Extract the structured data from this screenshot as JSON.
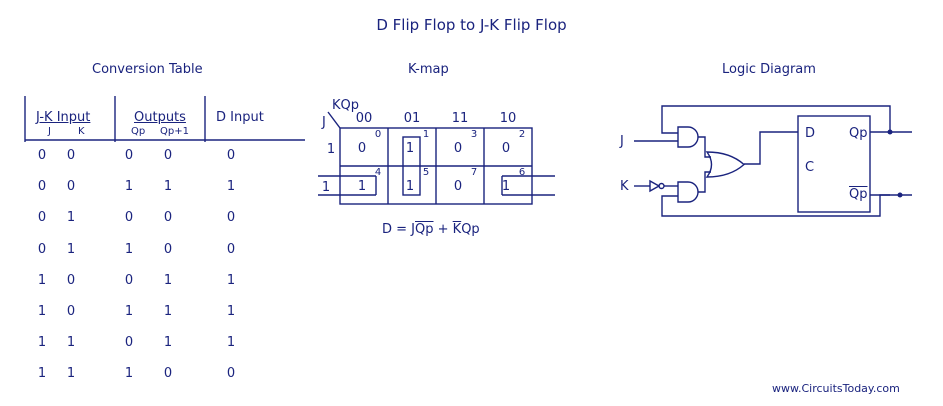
{
  "title": "D Flip Flop to J-K Flip Flop",
  "footer": "www.CircuitsToday.com",
  "conversion": {
    "heading": "Conversion Table",
    "group_jk": "J-K Input",
    "group_out": "Outputs",
    "group_d": "D Input",
    "sub": [
      "J",
      "K",
      "Qp",
      "Qp+1"
    ],
    "rows": [
      [
        "0",
        "0",
        "0",
        "0",
        "0"
      ],
      [
        "0",
        "0",
        "1",
        "1",
        "1"
      ],
      [
        "0",
        "1",
        "0",
        "0",
        "0"
      ],
      [
        "0",
        "1",
        "1",
        "0",
        "0"
      ],
      [
        "1",
        "0",
        "0",
        "1",
        "1"
      ],
      [
        "1",
        "0",
        "1",
        "1",
        "1"
      ],
      [
        "1",
        "1",
        "0",
        "1",
        "1"
      ],
      [
        "1",
        "1",
        "1",
        "0",
        "0"
      ]
    ]
  },
  "kmap": {
    "heading": "K-map",
    "row_var": "J",
    "col_var": "KQp",
    "col_labels": [
      "00",
      "01",
      "11",
      "10"
    ],
    "row_labels": [
      "1",
      "1"
    ],
    "values": [
      [
        "0",
        "1",
        "0",
        "0"
      ],
      [
        "1",
        "1",
        "0",
        "1"
      ]
    ],
    "indices": [
      [
        "0",
        "1",
        "3",
        "2"
      ],
      [
        "4",
        "5",
        "7",
        "6"
      ]
    ],
    "equation": {
      "prefix": "D = ",
      "t1a": "J",
      "t1b": "Qp",
      "plus": " + ",
      "t2a": "K",
      "t2b": "Qp"
    }
  },
  "logic": {
    "heading": "Logic Diagram",
    "input_j": "J",
    "input_k": "K",
    "pin_d": "D",
    "pin_c": "C",
    "out_q": "Qp",
    "out_qbar": "Qp"
  }
}
